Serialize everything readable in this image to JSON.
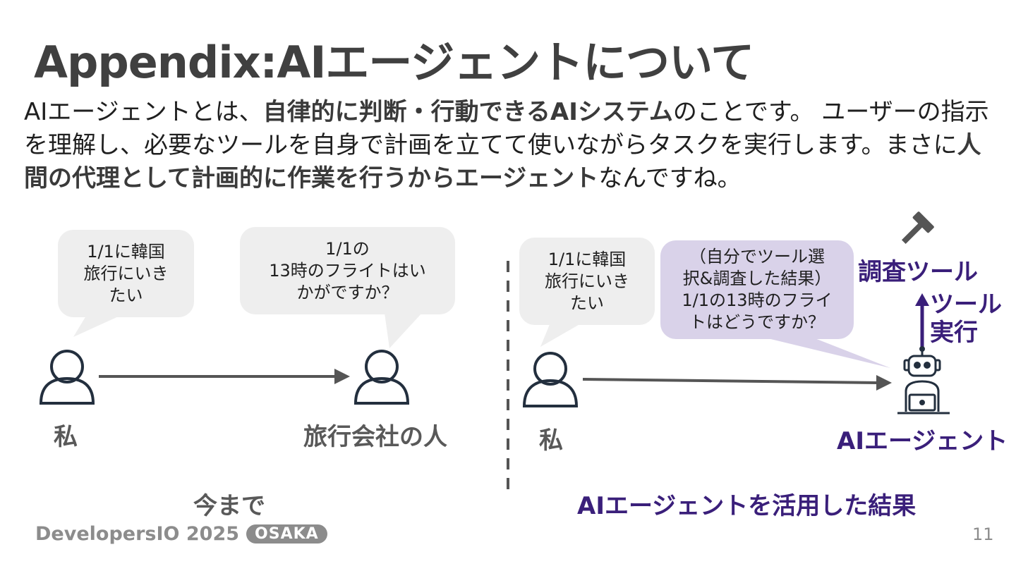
{
  "title": "Appendix:AIエージェントについて",
  "intro": {
    "p1": "AIエージェントとは、",
    "b1": "自律的に判断・行動できるAIシステム",
    "p2": "のことです。 ユーザーの指示を理解し、必要なツールを自身で計画を立てて使いながらタスクを実行します。まさに",
    "b2": "人間の代理として計画的に作業を行うからエージェント",
    "p3": "なんですね。"
  },
  "left": {
    "bubble_me": "1/1に韓国\n旅行にいき\nたい",
    "bubble_agency": "1/1の\n13時のフライトはい\nかがですか？",
    "label_me": "私",
    "label_agency": "旅行会社の人",
    "caption": "今まで"
  },
  "right": {
    "bubble_me": "1/1に韓国\n旅行にいき\nたい",
    "bubble_agent": "（自分でツール選\n択&調査した結果）\n1/1の13時のフライ\nトはどうですか？",
    "label_me": "私",
    "label_agent": "AIエージェント",
    "tool_label": "調査ツール",
    "tool_exec": "ツール\n実行",
    "caption": "AIエージェントを活用した結果"
  },
  "footer": {
    "brand": "DevelopersIO 2025",
    "badge": "OSAKA",
    "page": "11"
  },
  "colors": {
    "accent_purple": "#3a1f7a",
    "bubble_gray": "#eeeeee",
    "bubble_purple": "#d9d2e9",
    "text_gray": "#595959"
  }
}
